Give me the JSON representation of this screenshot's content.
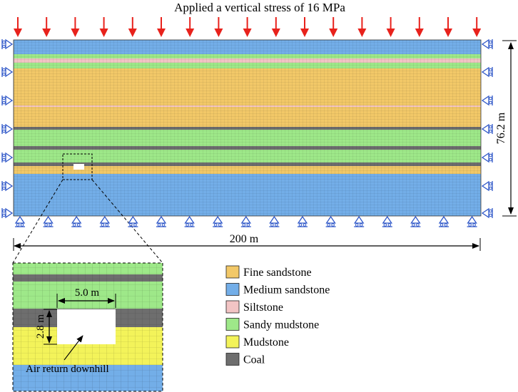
{
  "title": "Applied a vertical stress of 16 MPa",
  "dimensions": {
    "height": "76.2 m",
    "width": "200 m"
  },
  "inset": {
    "roadway_width": "5.0 m",
    "roadway_height": "2.8 m",
    "annotation": "Air return downhill"
  },
  "legend": [
    {
      "label": "Fine sandstone",
      "color": "#F2C868"
    },
    {
      "label": "Medium sandstone",
      "color": "#73AEE8"
    },
    {
      "label": "Siltstone",
      "color": "#F2C4C4"
    },
    {
      "label": "Sandy mudstone",
      "color": "#9EE889"
    },
    {
      "label": "Mudstone",
      "color": "#F3F35A"
    },
    {
      "label": "Coal",
      "color": "#6E6E6E"
    }
  ],
  "colors": {
    "fine_sandstone": "#F2C868",
    "medium_sandstone": "#73AEE8",
    "siltstone": "#F2C4C4",
    "sandy_mudstone": "#9EE889",
    "mudstone": "#F3F35A",
    "coal": "#6E6E6E",
    "stress_arrow": "#E8221C",
    "support": "#2F57C8"
  }
}
